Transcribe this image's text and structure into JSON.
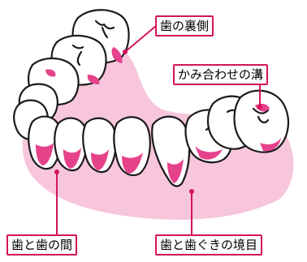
{
  "labels": {
    "back_of_teeth": "歯の裏側",
    "chewing_groove": "かみ合わせの溝",
    "between_teeth": "歯と歯の間",
    "gum_line": "歯と歯ぐきの境目"
  },
  "colors": {
    "highlight": "#e6428c",
    "gum": "#f7c6dc",
    "outline": "#1a1a1a",
    "label_border": "#d4145a"
  }
}
